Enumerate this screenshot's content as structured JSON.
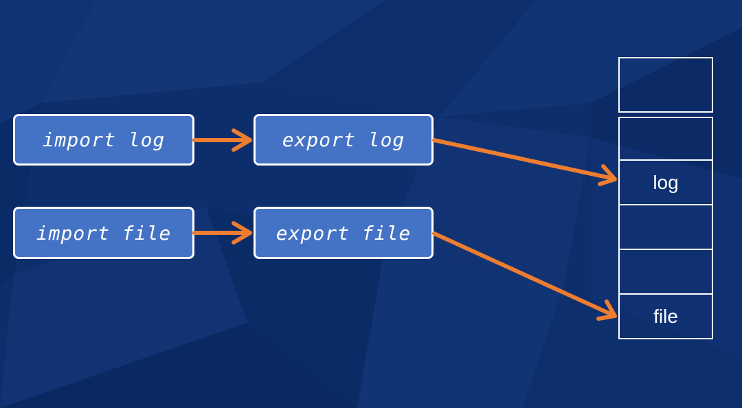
{
  "colors": {
    "background": "#0d2d6b",
    "box_fill": "#4472c4",
    "box_border": "#ffffff",
    "arrow": "#ed7d31",
    "text": "#ffffff"
  },
  "nodes": {
    "import_log": "import log",
    "export_log": "export log",
    "import_file": "import file",
    "export_file": "export file"
  },
  "storage": {
    "slots": [
      "",
      "",
      "log",
      "",
      "",
      "file"
    ]
  },
  "edges": [
    {
      "from": "import log",
      "to": "export log"
    },
    {
      "from": "export log",
      "to": "log"
    },
    {
      "from": "import file",
      "to": "export file"
    },
    {
      "from": "export file",
      "to": "file"
    }
  ]
}
